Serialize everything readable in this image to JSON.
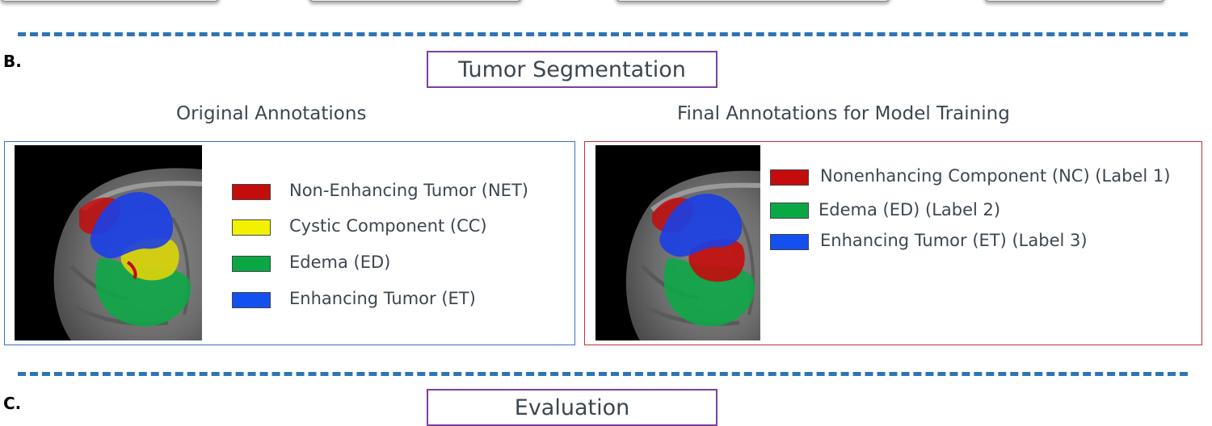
{
  "section_b": {
    "letter": "B.",
    "title": "Tumor Segmentation",
    "left_panel": {
      "heading": "Original Annotations",
      "border_color": "#3a6fc0",
      "legend": [
        {
          "label": "Non-Enhancing Tumor (NET)",
          "color": "#c40c0c"
        },
        {
          "label": "Cystic Component (CC)",
          "color": "#f2f200"
        },
        {
          "label": "Edema (ED)",
          "color": "#0aa845"
        },
        {
          "label": "Enhancing Tumor (ET)",
          "color": "#1450f0"
        }
      ]
    },
    "right_panel": {
      "heading": "Final Annotations for Model Training",
      "border_color": "#c03030",
      "legend": [
        {
          "label": "Nonenhancing Component (NC) (Label 1)",
          "color": "#c40c0c"
        },
        {
          "label": "Edema (ED) (Label 2)",
          "color": "#0aa845"
        },
        {
          "label": "Enhancing Tumor (ET) (Label 3)",
          "color": "#1450f0"
        }
      ]
    }
  },
  "section_c": {
    "letter": "C.",
    "title": "Evaluation"
  },
  "divider_color": "#2f74b5",
  "title_border_color": "#7b3fa0"
}
